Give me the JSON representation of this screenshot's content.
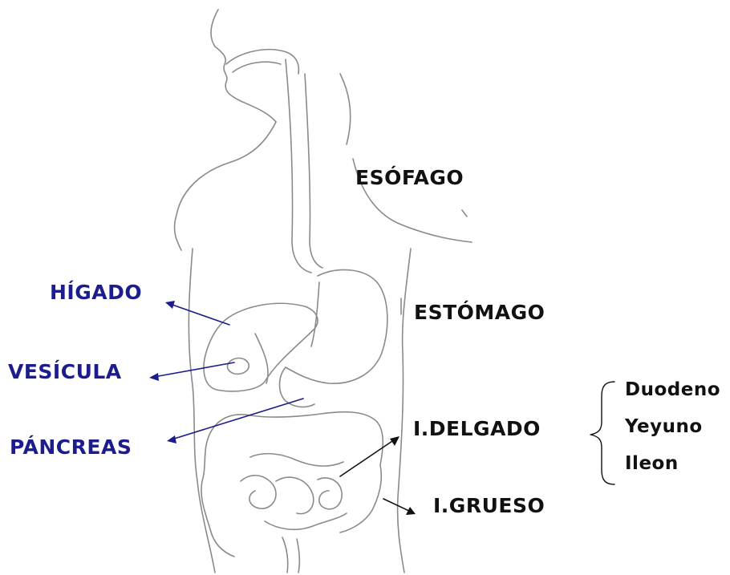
{
  "labels": {
    "esofago": "ESÓFAGO",
    "estomago": "ESTÓMAGO",
    "higado": "HÍGADO",
    "vesicula": "VESÍCULA",
    "pancreas": "PÁNCREAS",
    "intestino_delgado": "I.DELGADO",
    "intestino_grueso": "I.GRUESO"
  },
  "delgado_parts": [
    "Duodeno",
    "Yeyuno",
    "Ileon"
  ],
  "colors": {
    "accessory_organs": "#1c1c8c",
    "main_tract": "#111111",
    "pencil": "#8a8a8a"
  }
}
